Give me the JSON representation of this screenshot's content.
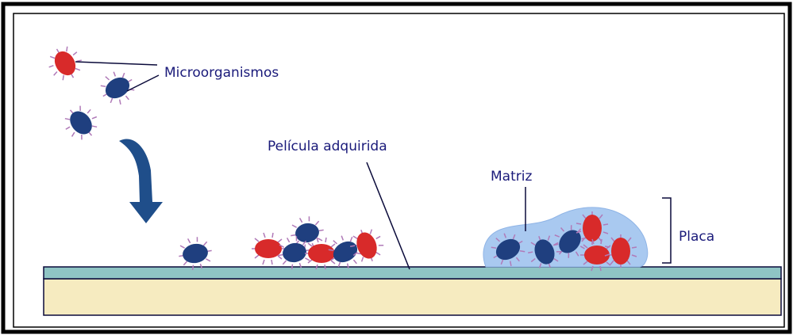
{
  "labels": {
    "microorganisms": "Microorganismos",
    "acquired_pellicle": "Película adquirida",
    "matrix": "Matriz",
    "plaque": "Placa"
  },
  "colors": {
    "blue_cell": "#1f3f7f",
    "red_cell": "#d82a2a",
    "cilia": "#b07ab8",
    "pellicle": "#8fc4c4",
    "substrate": "#f6ebc0",
    "matrix": "#a9c9f0",
    "arrow": "#1f4e8a",
    "line": "#0a0a3a",
    "frame": "#000000"
  },
  "icons": {
    "cell_blue": "blue-microorganism-icon",
    "cell_red": "red-microorganism-icon",
    "arrow": "down-curved-arrow-icon"
  }
}
